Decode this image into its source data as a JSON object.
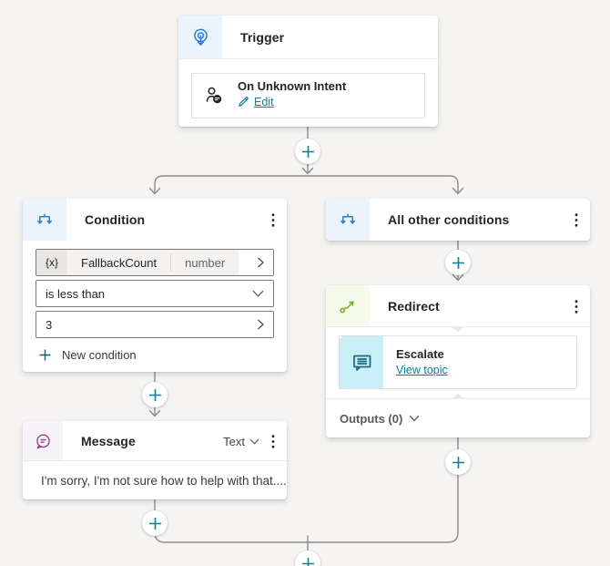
{
  "colors": {
    "canvas_bg": "#F5F4F2",
    "accent_teal": "#0E7D96",
    "link_teal": "#0E7D96",
    "connector_gray": "#8E8C8A",
    "trigger_blue": "#2E7BD6",
    "condition_blue": "#2E7BD6",
    "redirect_green": "#7CB52B",
    "message_purple": "#953D95",
    "escalate_teal": "#1A6E80"
  },
  "icons": {
    "trigger": "intent-broadcast-icon",
    "trigger_item": "person-chat-icon",
    "edit": "pencil-icon",
    "condition": "branch-icon",
    "all_other_conditions": "branch-icon",
    "redirect": "redirect-arrow-icon",
    "escalate": "speech-bubble-lines-icon",
    "message": "chat-bubble-icon",
    "menu": "kebab-menu-icon",
    "add": "plus-icon",
    "expand_row": "chevron-right-icon",
    "dropdown": "chevron-down-icon"
  },
  "trigger_node": {
    "title": "Trigger",
    "item": {
      "title": "On Unknown Intent",
      "edit_label": "Edit"
    }
  },
  "condition_node": {
    "title": "Condition",
    "variable_row": {
      "prefix": "{x}",
      "name": "FallbackCount",
      "type": "number"
    },
    "operator": "is less than",
    "value": "3",
    "new_condition_label": "New condition"
  },
  "all_other_node": {
    "title": "All other conditions"
  },
  "redirect_node": {
    "title": "Redirect",
    "topic": {
      "title": "Escalate",
      "link_label": "View topic"
    },
    "outputs_label": "Outputs (0)"
  },
  "message_node": {
    "title": "Message",
    "mode_label": "Text",
    "body": "I'm sorry, I'm not sure how to help with that...."
  }
}
